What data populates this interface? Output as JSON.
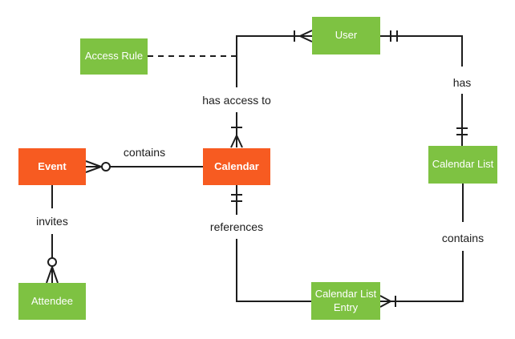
{
  "diagram": {
    "type": "entity-relationship",
    "colors": {
      "entity_orange": "#F75B21",
      "entity_green": "#7EC242",
      "entity_text": "#FFFFFF",
      "line": "#1D1D1D",
      "label_text": "#1D1D1D",
      "background": "#FFFFFF"
    },
    "entities": [
      {
        "id": "event",
        "label": "Event",
        "color": "orange"
      },
      {
        "id": "access-rule",
        "label": "Access Rule",
        "color": "green"
      },
      {
        "id": "calendar",
        "label": "Calendar",
        "color": "orange"
      },
      {
        "id": "user",
        "label": "User",
        "color": "green"
      },
      {
        "id": "calendar-list",
        "label": "Calendar List",
        "color": "green"
      },
      {
        "id": "calendar-list-entry",
        "label": "Calendar List Entry",
        "color": "green"
      },
      {
        "id": "attendee",
        "label": "Attendee",
        "color": "green"
      }
    ],
    "relationships": [
      {
        "id": "contains-event",
        "label": "contains",
        "from": "Calendar",
        "to": "Event",
        "marker_at_event": "zero-or-many",
        "marker_at_calendar": "none",
        "line_style": "solid"
      },
      {
        "id": "has-access-to",
        "label": "has access to",
        "from": "Calendar",
        "to": "User",
        "marker_at_calendar": "one-or-many",
        "marker_at_user": "one-or-many",
        "line_style": "solid"
      },
      {
        "id": "has",
        "label": "has",
        "from": "User",
        "to": "Calendar List",
        "marker_at_user": "one-and-only-one",
        "marker_at_calendar_list": "one-and-only-one",
        "line_style": "solid"
      },
      {
        "id": "contains-list",
        "label": "contains",
        "from": "Calendar List",
        "to": "Calendar List Entry",
        "marker_at_calendar_list": "none",
        "marker_at_entry": "one-or-many",
        "line_style": "solid"
      },
      {
        "id": "references",
        "label": "references",
        "from": "Calendar",
        "to": "Calendar List Entry",
        "marker_at_calendar": "one-and-only-one",
        "marker_at_entry": "none",
        "line_style": "solid"
      },
      {
        "id": "invites",
        "label": "invites",
        "from": "Event",
        "to": "Attendee",
        "marker_at_event": "none",
        "marker_at_attendee": "zero-or-many",
        "line_style": "solid"
      },
      {
        "id": "access-rule-link",
        "label": "",
        "from": "Access Rule",
        "to": "has access to connector",
        "line_style": "dashed"
      }
    ]
  }
}
